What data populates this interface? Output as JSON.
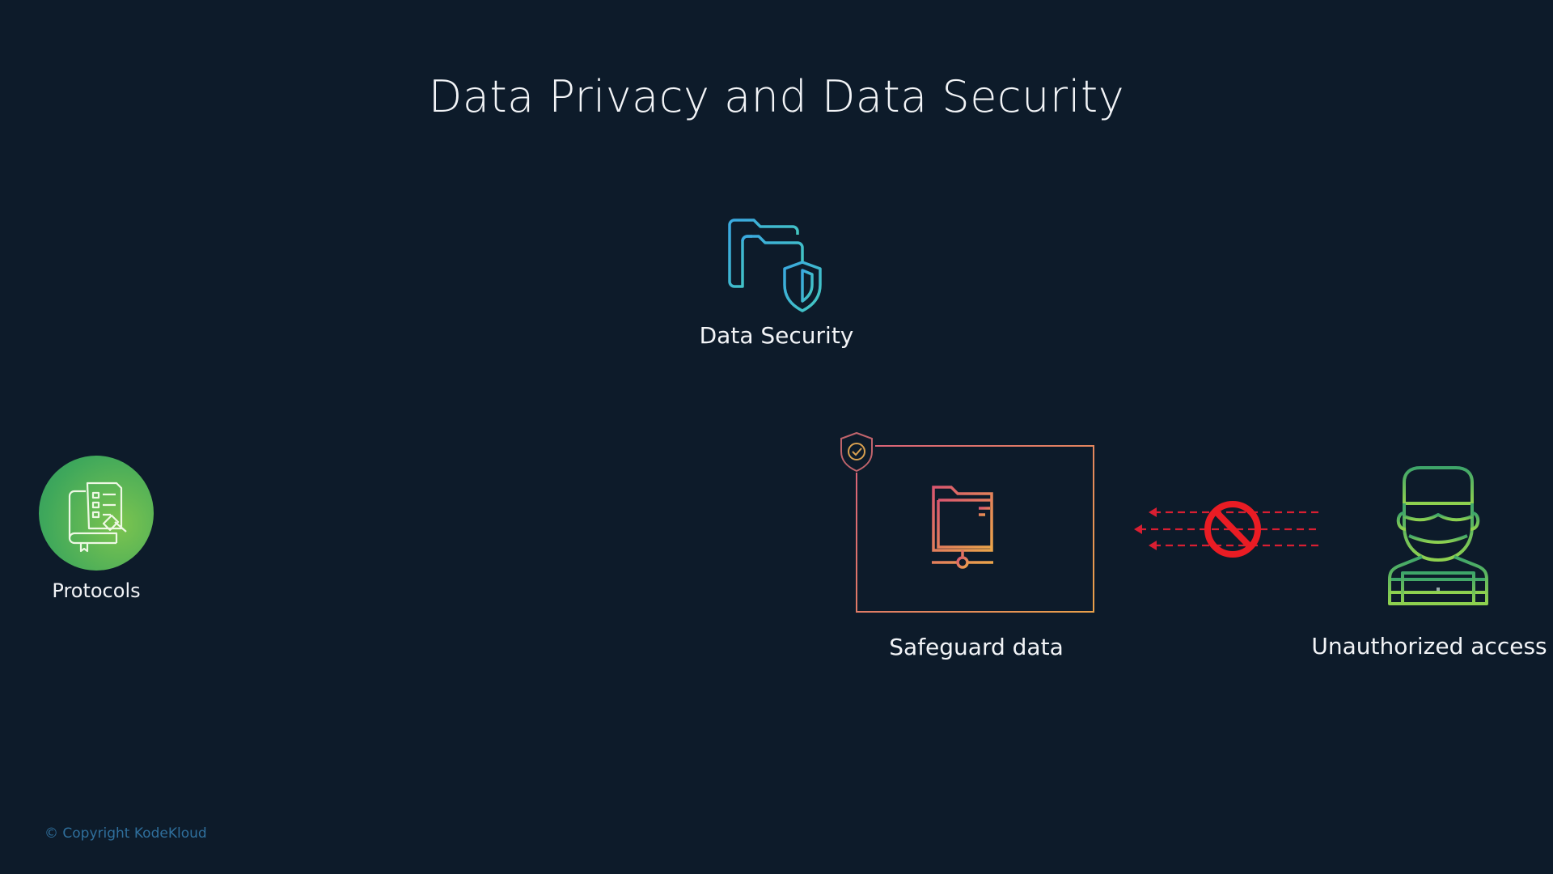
{
  "slide": {
    "title": "Data Privacy and Data Security",
    "data_security_label": "Data Security",
    "protocols_label": "Protocols",
    "safeguard_label": "Safeguard data",
    "unauthorized_label": "Unauthorized access",
    "copyright": "© Copyright KodeKloud"
  },
  "icons": [
    "folder-shield-icon",
    "protocols-icon",
    "shield-check-icon",
    "network-folder-icon",
    "blocked-arrows-icon",
    "hacker-icon"
  ],
  "colors": {
    "background": "#0d1b2a",
    "security_blue": "#3fb6e6",
    "green": "#5fc45a",
    "block_red": "#e3202a",
    "box_gradient_start": "#d9607a",
    "box_gradient_end": "#e8a04a"
  }
}
